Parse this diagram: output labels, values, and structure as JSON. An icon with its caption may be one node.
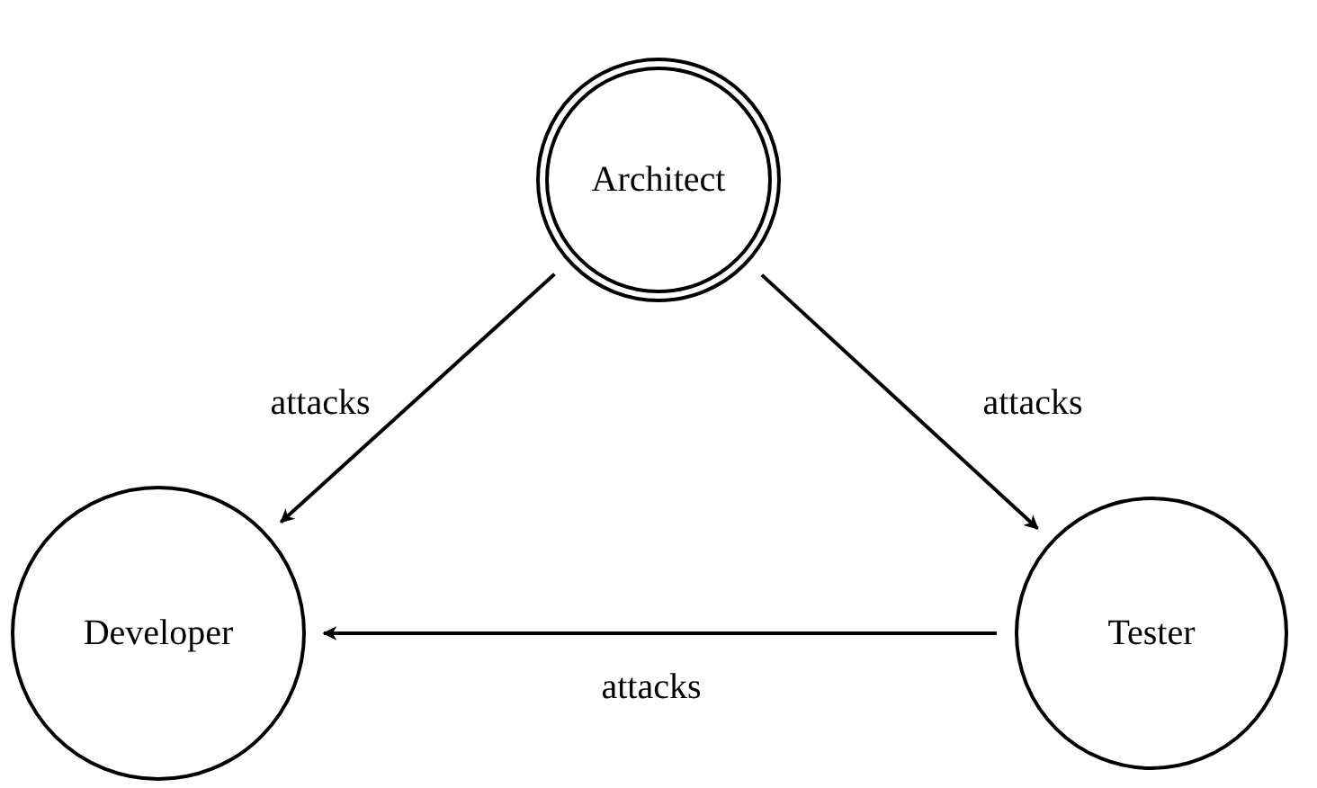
{
  "diagram": {
    "nodes": [
      {
        "text": [
          "Architect"
        ]
      },
      {
        "text": [
          "Developer"
        ]
      },
      {
        "text": [
          "Tester"
        ]
      }
    ],
    "edges": [
      {
        "from": 0,
        "to": 1,
        "arrow": "to",
        "label": "attacks"
      },
      {
        "from": 0,
        "to": 2,
        "arrow": "to",
        "label": "attacks"
      },
      {
        "from": 2,
        "to": 1,
        "arrow": "to",
        "label": "attacks"
      }
    ]
  }
}
